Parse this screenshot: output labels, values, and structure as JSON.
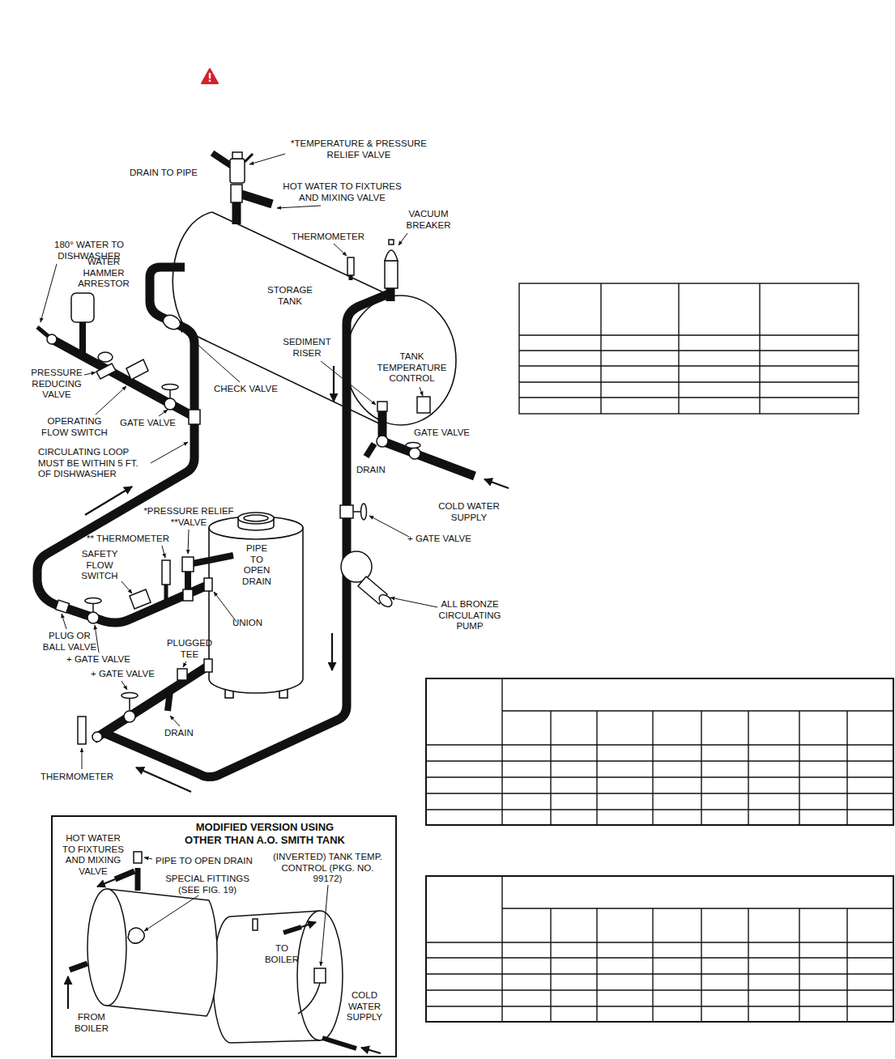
{
  "diagram": {
    "nodes": [
      {
        "text": [
          "MODIFIED VERSION USING OTHER THAN A.O. SMITH TANK",
          "HOT WATER TO FIXTURES AND MIXING VALVE",
          "PIPE TO OPEN DRAIN",
          "SPECIAL FITTINGS (SEE FIG. 19)",
          "(INVERTED) TANK TEMP. CONTROL (PKG. NO. 99172)",
          "TO BOILER",
          "FROM BOILER",
          "COLD WATER SUPPLY"
        ]
      }
    ],
    "labels": [
      "*TEMPERATURE & PRESSURE RELIEF VALVE",
      "DRAIN TO PIPE",
      "HOT WATER TO FIXTURES AND MIXING VALVE",
      "VACUUM BREAKER",
      "THERMOMETER",
      "180° WATER TO DISHWASHER",
      "WATER HAMMER ARRESTOR",
      "STORAGE TANK",
      "SEDIMENT RISER",
      "TANK TEMPERATURE CONTROL",
      "PRESSURE REDUCING VALVE",
      "CHECK VALVE",
      "OPERATING FLOW SWITCH",
      "GATE VALVE",
      "GATE VALVE",
      "DRAIN",
      "COLD WATER SUPPLY",
      "CIRCULATING LOOP MUST BE WITHIN 5 FT. OF DISHWASHER",
      "*PRESSURE RELIEF **VALVE",
      "** THERMOMETER",
      "SAFETY FLOW SWITCH",
      "PIPE TO OPEN DRAIN",
      "+ GATE VALVE",
      "ALL BRONZE CIRCULATING PUMP",
      "UNION",
      "PLUG OR BALL VALVE",
      "+ GATE VALVE",
      "PLUGGED TEE",
      "+ GATE VALVE",
      "DRAIN",
      "THERMOMETER"
    ]
  }
}
